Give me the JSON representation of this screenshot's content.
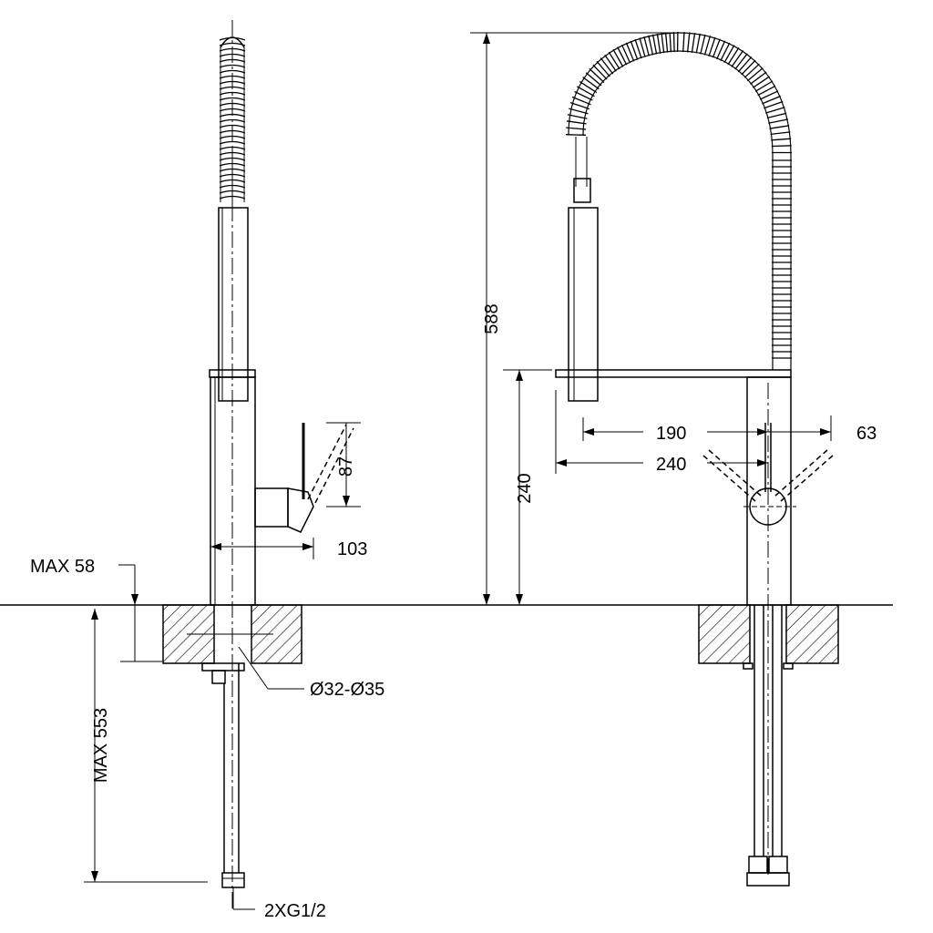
{
  "labels": {
    "total_height": "588",
    "spout_height": "240",
    "reach_190": "190",
    "offset_63": "63",
    "reach_240": "240",
    "lever_87": "87",
    "lever_103": "103",
    "max_58": "MAX 58",
    "max_553": "MAX 553",
    "hole_dia": "Ø32-Ø35",
    "connection": "2XG1/2"
  },
  "colors": {
    "line": "#000000",
    "background": "#ffffff"
  }
}
